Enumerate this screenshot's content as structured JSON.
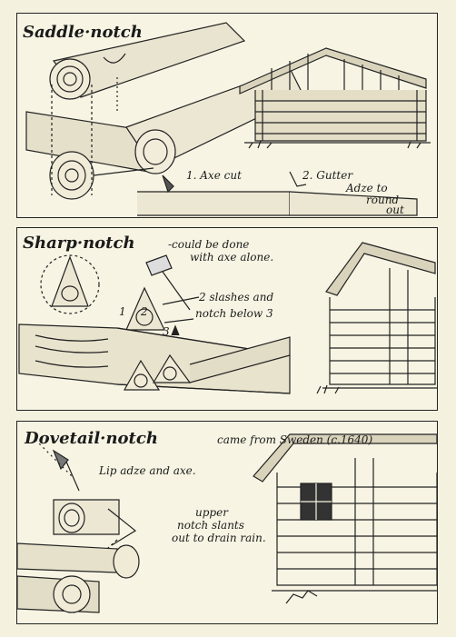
{
  "saddle": {
    "title": "Saddle·notch",
    "step1": "1. Axe cut",
    "step2": "2. Gutter",
    "step2b": "Adze to",
    "step2c": "round",
    "step2d": "out"
  },
  "sharp": {
    "title": "Sharp·notch",
    "note1": "-could be done",
    "note2": "with axe alone.",
    "slashes": "2 slashes and",
    "notch": "notch below 3",
    "n1": "1",
    "n2": "2",
    "n3": "3"
  },
  "dovetail": {
    "title": "Dovetail·notch",
    "origin": "came from Sweden (c.1640)",
    "tool": "Lip adze and axe.",
    "upper1": "upper",
    "upper2": "notch slants",
    "upper3": "out to drain rain."
  }
}
